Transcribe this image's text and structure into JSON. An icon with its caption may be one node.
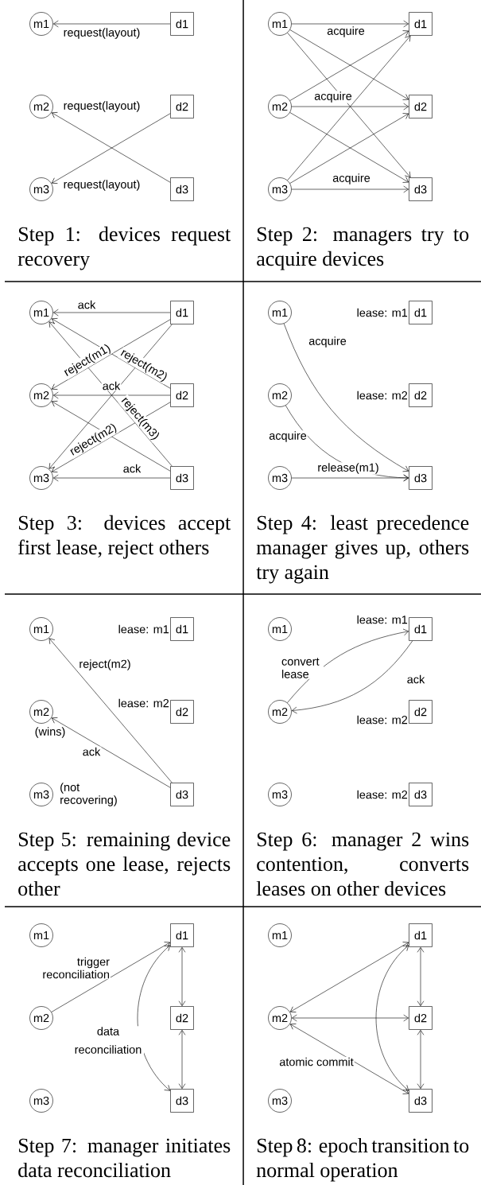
{
  "diagram": {
    "nodes": [
      {
        "text": [
          "m1"
        ]
      },
      {
        "text": [
          "d1"
        ]
      },
      {
        "text": [
          "m2"
        ]
      },
      {
        "text": [
          "d2"
        ]
      },
      {
        "text": [
          "m3"
        ]
      },
      {
        "text": [
          "d3"
        ]
      },
      {
        "text": [
          "m1"
        ]
      },
      {
        "text": [
          "d1"
        ]
      },
      {
        "text": [
          "m2"
        ]
      },
      {
        "text": [
          "d2"
        ]
      },
      {
        "text": [
          "m3"
        ]
      },
      {
        "text": [
          "d3"
        ]
      },
      {
        "text": [
          "m1"
        ]
      },
      {
        "text": [
          "d1"
        ]
      },
      {
        "text": [
          "m2"
        ]
      },
      {
        "text": [
          "d2"
        ]
      },
      {
        "text": [
          "m3"
        ]
      },
      {
        "text": [
          "d3"
        ]
      },
      {
        "text": [
          "m1"
        ]
      },
      {
        "text": [
          "d1"
        ],
        "beside": [
          "lease: m1"
        ]
      },
      {
        "text": [
          "m2"
        ]
      },
      {
        "text": [
          "d2"
        ],
        "beside": [
          "lease: m2"
        ]
      },
      {
        "text": [
          "m3"
        ]
      },
      {
        "text": [
          "d3"
        ]
      },
      {
        "text": [
          "m1"
        ]
      },
      {
        "text": [
          "d1"
        ],
        "beside": [
          "lease: m1"
        ]
      },
      {
        "text": [
          "m2"
        ],
        "beside": [
          "(wins)"
        ]
      },
      {
        "text": [
          "d2"
        ],
        "beside": [
          "lease: m2"
        ]
      },
      {
        "text": [
          "m3"
        ],
        "beside": [
          "(not recovering)"
        ]
      },
      {
        "text": [
          "d3"
        ]
      },
      {
        "text": [
          "m1"
        ]
      },
      {
        "text": [
          "d1"
        ],
        "beside": [
          "lease: m1"
        ]
      },
      {
        "text": [
          "m2"
        ]
      },
      {
        "text": [
          "d2"
        ],
        "beside": [
          "lease: m2"
        ]
      },
      {
        "text": [
          "m3"
        ]
      },
      {
        "text": [
          "d3"
        ],
        "beside": [
          "lease: m2"
        ]
      },
      {
        "text": [
          "m1"
        ]
      },
      {
        "text": [
          "d1"
        ]
      },
      {
        "text": [
          "m2"
        ]
      },
      {
        "text": [
          "d2"
        ]
      },
      {
        "text": [
          "m3"
        ]
      },
      {
        "text": [
          "d3"
        ]
      },
      {
        "text": [
          "m1"
        ]
      },
      {
        "text": [
          "d1"
        ]
      },
      {
        "text": [
          "m2"
        ]
      },
      {
        "text": [
          "d2"
        ]
      },
      {
        "text": [
          "m3"
        ]
      },
      {
        "text": [
          "d3"
        ]
      }
    ],
    "edges": [
      {
        "from": 1,
        "to": 0,
        "arrow": "to",
        "label": "request(layout)"
      },
      {
        "from": 3,
        "to": 4,
        "arrow": "to",
        "label": "request(layout)"
      },
      {
        "from": 5,
        "to": 2,
        "arrow": "to",
        "label": "request(layout)"
      },
      {
        "from": 6,
        "to": 7,
        "arrow": "to",
        "label": "acquire"
      },
      {
        "from": 6,
        "to": 9,
        "arrow": "to"
      },
      {
        "from": 6,
        "to": 11,
        "arrow": "to"
      },
      {
        "from": 8,
        "to": 7,
        "arrow": "to"
      },
      {
        "from": 8,
        "to": 9,
        "arrow": "to",
        "label": "acquire"
      },
      {
        "from": 8,
        "to": 11,
        "arrow": "to"
      },
      {
        "from": 10,
        "to": 7,
        "arrow": "to"
      },
      {
        "from": 10,
        "to": 9,
        "arrow": "to"
      },
      {
        "from": 10,
        "to": 11,
        "arrow": "to",
        "label": "acquire"
      },
      {
        "from": 13,
        "to": 12,
        "arrow": "to",
        "label": "ack"
      },
      {
        "from": 13,
        "to": 14,
        "arrow": "to",
        "label": "reject(m1)"
      },
      {
        "from": 13,
        "to": 16,
        "arrow": "to"
      },
      {
        "from": 15,
        "to": 12,
        "arrow": "to",
        "label": "reject(m2)"
      },
      {
        "from": 15,
        "to": 14,
        "arrow": "to",
        "label": "ack"
      },
      {
        "from": 15,
        "to": 16,
        "arrow": "to",
        "label": "reject(m2)"
      },
      {
        "from": 17,
        "to": 12,
        "arrow": "to",
        "label": "reject(m3)"
      },
      {
        "from": 17,
        "to": 14,
        "arrow": "to"
      },
      {
        "from": 17,
        "to": 16,
        "arrow": "to",
        "label": "ack"
      },
      {
        "from": 18,
        "to": 23,
        "arrow": "to",
        "label": "acquire"
      },
      {
        "from": 20,
        "to": 23,
        "arrow": "to",
        "label": "acquire"
      },
      {
        "from": 22,
        "to": 23,
        "arrow": "to",
        "label": "release(m1)"
      },
      {
        "from": 29,
        "to": 24,
        "arrow": "to",
        "label": "reject(m2)"
      },
      {
        "from": 29,
        "to": 26,
        "arrow": "to",
        "label": "ack"
      },
      {
        "from": 32,
        "to": 31,
        "arrow": "to",
        "label": "convert lease"
      },
      {
        "from": 31,
        "to": 32,
        "arrow": "to",
        "label": "ack"
      },
      {
        "from": 38,
        "to": 37,
        "arrow": "to",
        "label": "trigger reconciliation"
      },
      {
        "from": 37,
        "to": 39,
        "arrow": "both"
      },
      {
        "from": 39,
        "to": 41,
        "arrow": "both"
      },
      {
        "from": 37,
        "to": 41,
        "arrow": "both",
        "label": "data reconciliation"
      },
      {
        "from": 44,
        "to": 43,
        "arrow": "both"
      },
      {
        "from": 44,
        "to": 45,
        "arrow": "both"
      },
      {
        "from": 44,
        "to": 47,
        "arrow": "both",
        "label": "atomic commit"
      },
      {
        "from": 43,
        "to": 45,
        "arrow": "both"
      },
      {
        "from": 45,
        "to": 47,
        "arrow": "both"
      },
      {
        "from": 43,
        "to": 47,
        "arrow": "both"
      }
    ],
    "labels": [
      "Step 1: devices request recovery",
      "Step 2: managers try to acquire devices",
      "Step 3: devices accept first lease, reject others",
      "Step 4: least precedence manager gives up, others try again",
      "Step 5: remaining device accepts one lease, rejects other",
      "Step 6: manager 2 wins contention, converts leases on other devices",
      "Step 7: manager initiates data reconciliation",
      "Step 8: epoch transition to normal operation"
    ]
  }
}
